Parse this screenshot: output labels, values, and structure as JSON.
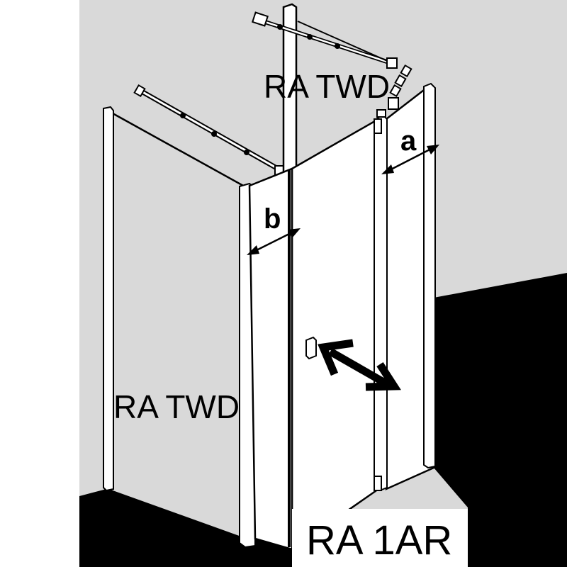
{
  "labels": {
    "top_panel": "RA TWD",
    "left_panel": "RA TWD",
    "product": "RA 1AR",
    "dim_a": "a",
    "dim_b": "b"
  },
  "colors": {
    "background": "#d9d9d9",
    "floor": "#000000",
    "panel_fill": "#ffffff",
    "wall_panel_fill": "#d9d9d9",
    "stroke": "#000000"
  }
}
